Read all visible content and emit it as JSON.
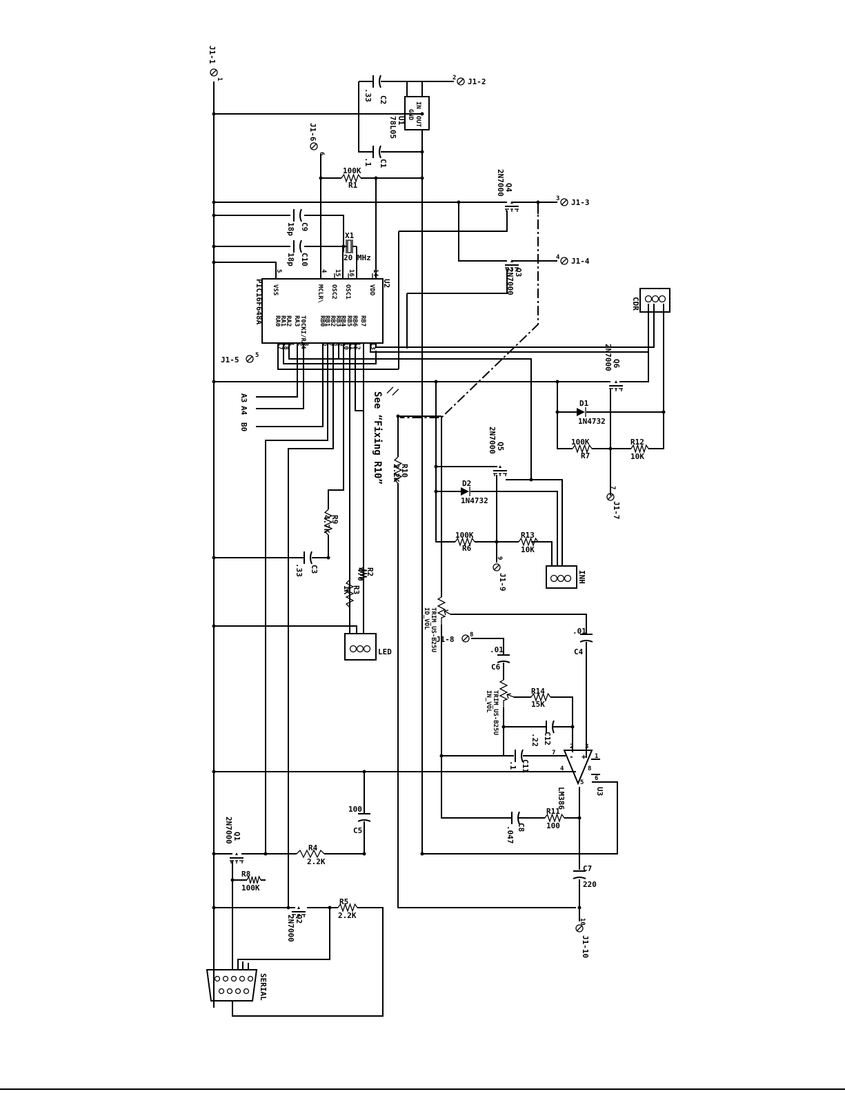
{
  "terminals": {
    "j1_1": "J1-1",
    "j1_2": "J1-2",
    "j1_3": "J1-3",
    "j1_4": "J1-4",
    "j1_5": "J1-5",
    "j1_6": "J1-6",
    "j1_7": "J1-7",
    "j1_8": "J1-8",
    "j1_9": "J1-9",
    "j1_10": "J1-10",
    "pin1": "1",
    "pin2": "2",
    "pin3": "3",
    "pin4": "4",
    "pin5": "5",
    "pin6": "6",
    "pin7": "7",
    "pin8": "8",
    "pin9": "9",
    "pin10": "10"
  },
  "u1": {
    "ref": "U1",
    "part": "78L05",
    "in": "IN",
    "out": "OUT",
    "gnd": "GND"
  },
  "u2": {
    "ref": "U2",
    "part": "PIC16F648A",
    "top_pins": [
      "VSS",
      "MCLR\\",
      "OSC2",
      "OSC1",
      "VDD"
    ],
    "top_nums": [
      "5",
      "4",
      "15",
      "16",
      "14"
    ],
    "bottom_pins": [
      "RA0",
      "RA1",
      "RA2",
      "RA3",
      "T0CKI/RA4",
      "RB0",
      "RB1",
      "RB2",
      "RB3",
      "RB4",
      "RB5",
      "RB6",
      "RB7"
    ],
    "bottom_nums": [
      "17",
      "18",
      "1",
      "2",
      "3",
      "6",
      "7",
      "8",
      "9",
      "10",
      "11",
      "12",
      "13"
    ]
  },
  "u3": {
    "ref": "U3",
    "part": "LM386",
    "p1": "1",
    "p2": "2",
    "p3": "3",
    "p4": "4",
    "p5": "5",
    "p6": "6",
    "p7": "7",
    "p8": "8"
  },
  "caps": {
    "c1": "C1",
    "c1v": ".1",
    "c2": "C2",
    "c2v": ".33",
    "c3": "C3",
    "c3v": ".33",
    "c4": "C4",
    "c4v": ".01",
    "c5": "C5",
    "c5v": "100",
    "c6": "C6",
    "c6v": ".01",
    "c7": "C7",
    "c7v": "220",
    "c8": "C8",
    "c8v": ".047",
    "c9": "C9",
    "c9v": "18p",
    "c10": "C10",
    "c10v": "18p",
    "c11": "C11",
    "c11v": ".1",
    "c12": "C12",
    "c12v": ".22"
  },
  "res": {
    "r1": "R1",
    "r1v": "100K",
    "r2": "R2",
    "r2v": "470",
    "r3": "R3",
    "r3v": "1K",
    "r4": "R4",
    "r4v": "2.2K",
    "r5": "R5",
    "r5v": "2.2K",
    "r6": "R6",
    "r6v": "100K",
    "r7": "R7",
    "r7v": "100K",
    "r8": "R8",
    "r8v": "100K",
    "r9": "R9",
    "r9v": "4.7K",
    "r10": "R10",
    "r10v": "2.2K",
    "r11": "R11",
    "r11v": "100",
    "r12": "R12",
    "r12v": "10K",
    "r13": "R13",
    "r13v": "10K",
    "r14": "R14",
    "r14v": "15K"
  },
  "fets": {
    "q1": "Q1",
    "q2": "Q2",
    "q3": "Q3",
    "q4": "Q4",
    "q5": "Q5",
    "q6": "Q6",
    "part": "2N7000"
  },
  "diodes": {
    "d1": "D1",
    "d2": "D2",
    "part": "1N4732"
  },
  "crystal": {
    "ref": "X1",
    "value": "20 MHz"
  },
  "trims": {
    "t1a": "TRIM_US-B25U",
    "t1b": "ID_VOL",
    "t2a": "TRIM_US-B25U",
    "t2b": "IN_VOL"
  },
  "headers": {
    "cdr": "CDR",
    "inh": "INH",
    "led": "LED",
    "serial": "SERIAL"
  },
  "nets": {
    "a3": "A3",
    "a4": "A4",
    "b0": "B0"
  },
  "note": "See “Fixing R10”",
  "mark": "//"
}
